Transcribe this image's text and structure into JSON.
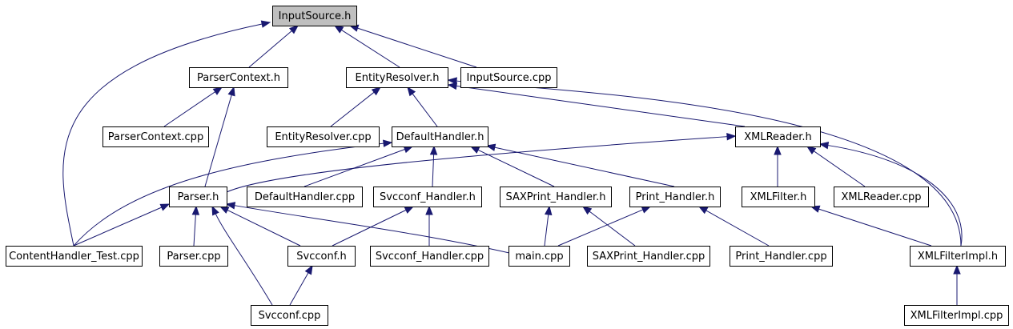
{
  "diagram": {
    "root": "InputSource.h",
    "colors": {
      "edge": "#191970",
      "root_fill": "#bfbfbf",
      "node_fill": "#ffffff",
      "node_border": "#000000"
    },
    "nodes": [
      {
        "id": "inputsource_h",
        "label": "InputSource.h",
        "root": true
      },
      {
        "id": "parsercontext_h",
        "label": "ParserContext.h"
      },
      {
        "id": "entityresolver_h",
        "label": "EntityResolver.h"
      },
      {
        "id": "inputsource_cpp",
        "label": "InputSource.cpp"
      },
      {
        "id": "parsercontext_cpp",
        "label": "ParserContext.cpp"
      },
      {
        "id": "entityresolver_cpp",
        "label": "EntityResolver.cpp"
      },
      {
        "id": "defaulthandler_h",
        "label": "DefaultHandler.h"
      },
      {
        "id": "xmlreader_h",
        "label": "XMLReader.h"
      },
      {
        "id": "parser_h",
        "label": "Parser.h"
      },
      {
        "id": "defaulthandler_cpp",
        "label": "DefaultHandler.cpp"
      },
      {
        "id": "svcconf_handler_h",
        "label": "Svcconf_Handler.h"
      },
      {
        "id": "saxprint_handler_h",
        "label": "SAXPrint_Handler.h"
      },
      {
        "id": "print_handler_h",
        "label": "Print_Handler.h"
      },
      {
        "id": "xmlfilter_h",
        "label": "XMLFilter.h"
      },
      {
        "id": "xmlreader_cpp",
        "label": "XMLReader.cpp"
      },
      {
        "id": "contenthandler_test_cpp",
        "label": "ContentHandler_Test.cpp"
      },
      {
        "id": "parser_cpp",
        "label": "Parser.cpp"
      },
      {
        "id": "svcconf_h",
        "label": "Svcconf.h"
      },
      {
        "id": "svcconf_handler_cpp",
        "label": "Svcconf_Handler.cpp"
      },
      {
        "id": "main_cpp",
        "label": "main.cpp"
      },
      {
        "id": "saxprint_handler_cpp",
        "label": "SAXPrint_Handler.cpp"
      },
      {
        "id": "print_handler_cpp",
        "label": "Print_Handler.cpp"
      },
      {
        "id": "xmlfilterimpl_h",
        "label": "XMLFilterImpl.h"
      },
      {
        "id": "svcconf_cpp",
        "label": "Svcconf.cpp"
      },
      {
        "id": "xmlfilterimpl_cpp",
        "label": "XMLFilterImpl.cpp"
      }
    ],
    "edges": [
      {
        "from": "parsercontext_h",
        "to": "inputsource_h"
      },
      {
        "from": "entityresolver_h",
        "to": "inputsource_h"
      },
      {
        "from": "inputsource_cpp",
        "to": "inputsource_h"
      },
      {
        "from": "contenthandler_test_cpp",
        "to": "inputsource_h"
      },
      {
        "from": "parsercontext_cpp",
        "to": "parsercontext_h"
      },
      {
        "from": "parser_h",
        "to": "parsercontext_h"
      },
      {
        "from": "entityresolver_cpp",
        "to": "entityresolver_h"
      },
      {
        "from": "defaulthandler_h",
        "to": "entityresolver_h"
      },
      {
        "from": "xmlreader_h",
        "to": "entityresolver_h"
      },
      {
        "from": "xmlfilterimpl_h",
        "to": "entityresolver_h"
      },
      {
        "from": "contenthandler_test_cpp",
        "to": "defaulthandler_h"
      },
      {
        "from": "defaulthandler_cpp",
        "to": "defaulthandler_h"
      },
      {
        "from": "svcconf_handler_h",
        "to": "defaulthandler_h"
      },
      {
        "from": "saxprint_handler_h",
        "to": "defaulthandler_h"
      },
      {
        "from": "print_handler_h",
        "to": "defaulthandler_h"
      },
      {
        "from": "parser_h",
        "to": "xmlreader_h"
      },
      {
        "from": "xmlfilter_h",
        "to": "xmlreader_h"
      },
      {
        "from": "xmlreader_cpp",
        "to": "xmlreader_h"
      },
      {
        "from": "xmlfilterimpl_h",
        "to": "xmlreader_h"
      },
      {
        "from": "contenthandler_test_cpp",
        "to": "parser_h"
      },
      {
        "from": "parser_cpp",
        "to": "parser_h"
      },
      {
        "from": "svcconf_h",
        "to": "parser_h"
      },
      {
        "from": "svcconf_cpp",
        "to": "parser_h"
      },
      {
        "from": "main_cpp",
        "to": "parser_h"
      },
      {
        "from": "svcconf_h",
        "to": "svcconf_handler_h"
      },
      {
        "from": "svcconf_handler_cpp",
        "to": "svcconf_handler_h"
      },
      {
        "from": "main_cpp",
        "to": "saxprint_handler_h"
      },
      {
        "from": "saxprint_handler_cpp",
        "to": "saxprint_handler_h"
      },
      {
        "from": "main_cpp",
        "to": "print_handler_h"
      },
      {
        "from": "print_handler_cpp",
        "to": "print_handler_h"
      },
      {
        "from": "xmlfilterimpl_h",
        "to": "xmlfilter_h"
      },
      {
        "from": "svcconf_cpp",
        "to": "svcconf_h"
      },
      {
        "from": "xmlfilterimpl_cpp",
        "to": "xmlfilterimpl_h"
      }
    ]
  }
}
